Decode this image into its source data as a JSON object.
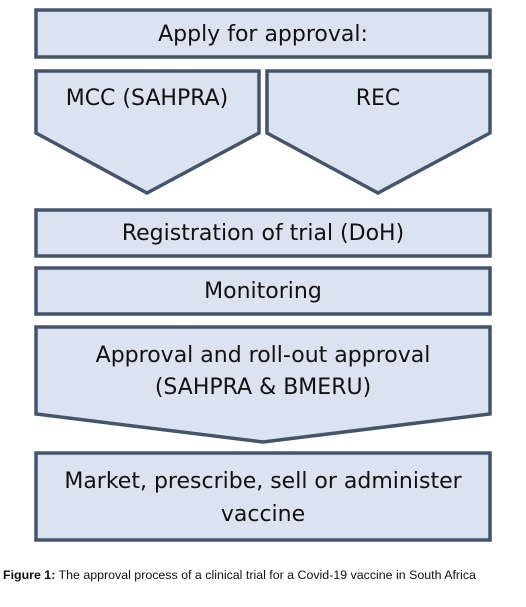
{
  "steps": {
    "apply": "Apply for approval:",
    "mcc": "MCC (SAHPRA)",
    "rec": "REC",
    "registration": "Registration of trial (DoH)",
    "monitoring": "Monitoring",
    "approval_line1": "Approval and roll-out approval",
    "approval_line2": "(SAHPRA & BMERU)",
    "market_line1": "Market, prescribe, sell or administer",
    "market_line2": "vaccine"
  },
  "caption": {
    "label": "Figure 1:",
    "text": " The approval process of a clinical trial for a Covid-19 vaccine in South Africa"
  },
  "colors": {
    "fill": "#dbe3f1",
    "stroke": "#44546a"
  }
}
